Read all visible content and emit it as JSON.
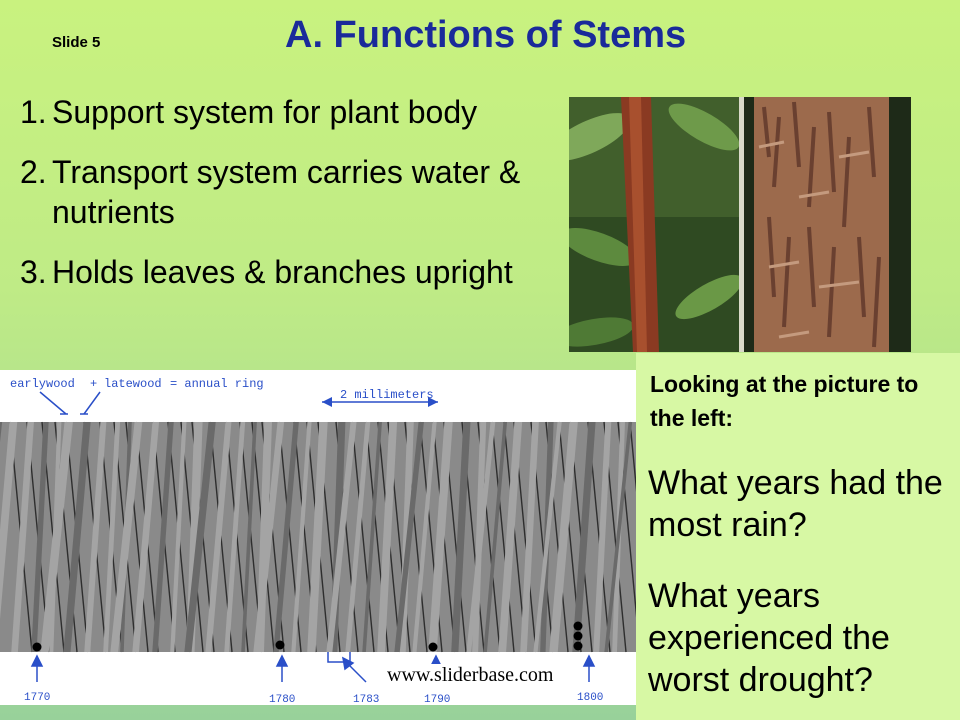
{
  "slide": {
    "number_label": "Slide 5",
    "title": "A. Functions of Stems",
    "bullets": [
      {
        "num": "1.",
        "text": "Support system for plant body"
      },
      {
        "num": "2.",
        "text": "Transport system carries water & nutrients"
      },
      {
        "num": "3.",
        "text": "Holds leaves & branches upright"
      }
    ],
    "question_header": "Looking at the picture to the left:",
    "question_1": "What years had the most rain?",
    "question_2": "What years experienced the worst drought?",
    "watermark": "www.sliderbase.com"
  },
  "ring_image": {
    "top_label_earlywood": "earlywood",
    "top_label_plus": "+",
    "top_label_latewood": "latewood",
    "top_label_eq": "= annual ring",
    "scale_label": "2 millimeters",
    "years": [
      "1770",
      "1780",
      "1783",
      "1790",
      "1800"
    ]
  },
  "colors": {
    "title": "#1a2a9a",
    "label_blue": "#2a4fc8",
    "question_bg": "#d7f8a4"
  }
}
